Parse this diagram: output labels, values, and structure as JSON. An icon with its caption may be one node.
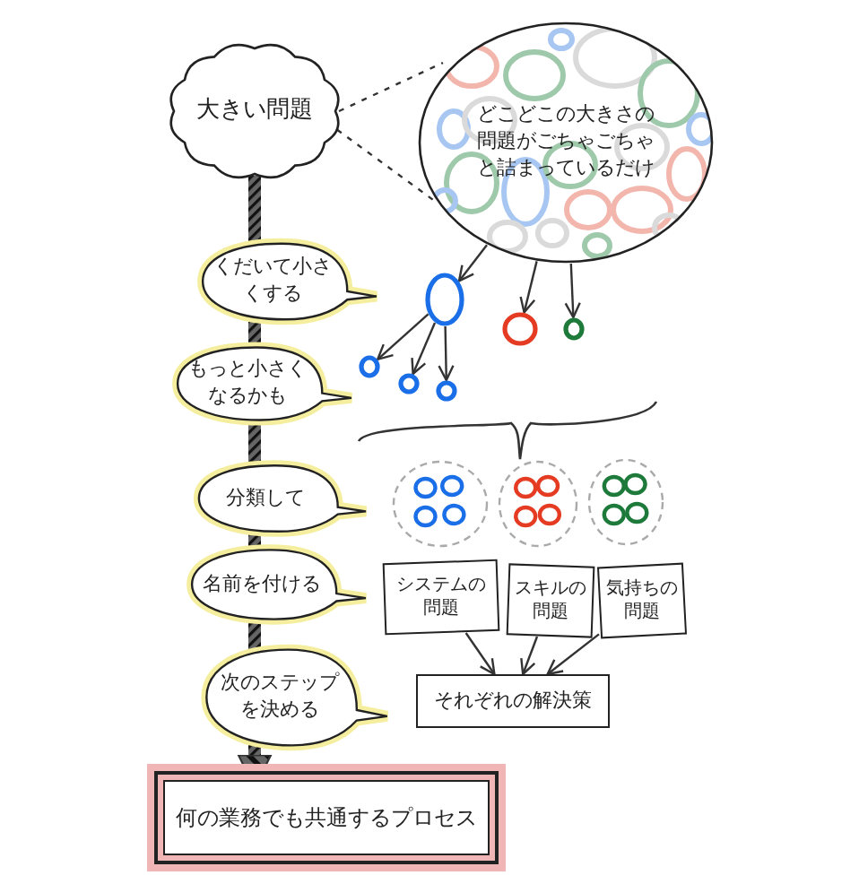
{
  "diagram": {
    "nodes": [
      {
        "text": [
          "大きい問題"
        ]
      },
      {
        "text": [
          "どこどこの大きさの問題がごちゃごちゃと詰まっているだけ"
        ]
      },
      {
        "text": [],
        "shape": "circle"
      },
      {
        "text": [],
        "shape": "circle"
      },
      {
        "text": [],
        "shape": "circle"
      },
      {
        "text": [],
        "shape": "circle"
      },
      {
        "text": [],
        "shape": "circle"
      },
      {
        "text": [],
        "shape": "circle"
      },
      {
        "text": [
          "くだいて小さくする"
        ]
      },
      {
        "text": [
          "もっと小さくなるかも"
        ]
      },
      {
        "text": [
          "分類して"
        ]
      },
      {
        "text": [
          "名前を付ける"
        ]
      },
      {
        "text": [
          "次のステップを決める"
        ]
      },
      {
        "text": [
          "何の業務でも共通するプロセス"
        ]
      },
      {
        "text": [],
        "shape": "circle"
      },
      {
        "text": [],
        "shape": "circle"
      },
      {
        "text": [],
        "shape": "circle"
      },
      {
        "text": [
          "システムの問題"
        ]
      },
      {
        "text": [
          "スキルの問題"
        ]
      },
      {
        "text": [
          "気持ちの問題"
        ]
      },
      {
        "text": [
          "それぞれの解決策"
        ]
      }
    ],
    "edges": [
      {
        "from": 0,
        "to": 1,
        "arrow": "none",
        "style": "dashed"
      },
      {
        "from": 0,
        "to": 1,
        "arrow": "none",
        "style": "dashed"
      },
      {
        "from": 0,
        "to": 8,
        "arrow": "none",
        "style": "thick"
      },
      {
        "from": 8,
        "to": 9,
        "arrow": "none",
        "style": "thick"
      },
      {
        "from": 9,
        "to": 10,
        "arrow": "none",
        "style": "thick"
      },
      {
        "from": 10,
        "to": 11,
        "arrow": "none",
        "style": "thick"
      },
      {
        "from": 11,
        "to": 12,
        "arrow": "none",
        "style": "thick"
      },
      {
        "from": 12,
        "to": 13,
        "arrow": "to",
        "style": "thick"
      },
      {
        "from": 1,
        "to": 2,
        "arrow": "to"
      },
      {
        "from": 1,
        "to": 3,
        "arrow": "to"
      },
      {
        "from": 1,
        "to": 4,
        "arrow": "to"
      },
      {
        "from": 2,
        "to": 5,
        "arrow": "to"
      },
      {
        "from": 2,
        "to": 6,
        "arrow": "to"
      },
      {
        "from": 2,
        "to": 7,
        "arrow": "to"
      },
      {
        "from": 17,
        "to": 20,
        "arrow": "to"
      },
      {
        "from": 18,
        "to": 20,
        "arrow": "to"
      },
      {
        "from": 19,
        "to": 20,
        "arrow": "to"
      }
    ]
  }
}
